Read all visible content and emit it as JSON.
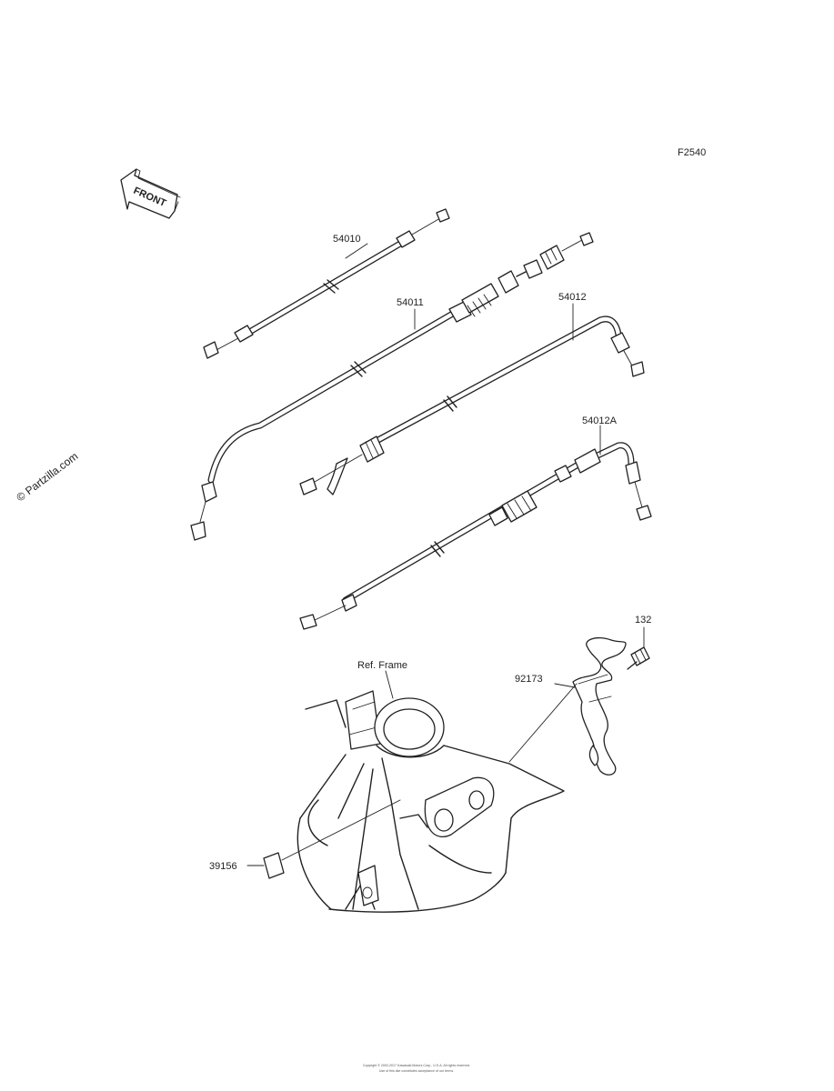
{
  "figure_code": "F2540",
  "front_label": "FRONT",
  "watermark": "© Partzilla.com",
  "parts": {
    "p54010": "54010",
    "p54011": "54011",
    "p54012": "54012",
    "p54012A": "54012A",
    "p132": "132",
    "p92173": "92173",
    "p39156": "39156"
  },
  "ref_frame": "Ref. Frame",
  "copyright_lines": [
    "Copyright © 2002-2017 Kawasaki Motors Corp., U.S.A. All rights reserved.",
    "Use of this site constitutes acceptance of our terms."
  ]
}
